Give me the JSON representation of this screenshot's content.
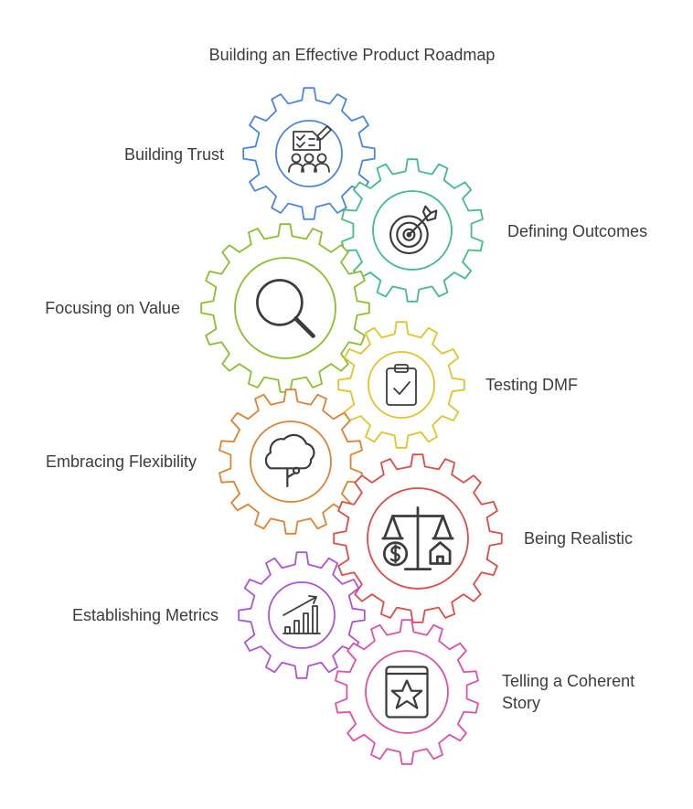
{
  "title": "Building an Effective Product Roadmap",
  "gears": [
    {
      "label": "Building Trust",
      "color": "#4a86e0",
      "icon": "checklist-team-icon"
    },
    {
      "label": "Defining Outcomes",
      "color": "#3fbf86",
      "icon": "target-arrow-icon"
    },
    {
      "label": "Focusing on Value",
      "color": "#8cbf2c",
      "icon": "magnifier-icon"
    },
    {
      "label": "Testing DMF",
      "color": "#e2c427",
      "icon": "clipboard-check-icon"
    },
    {
      "label": "Embracing Flexibility",
      "color": "#e0822f",
      "icon": "cloud-idea-icon"
    },
    {
      "label": "Being Realistic",
      "color": "#e04a4a",
      "icon": "balance-scale-icon"
    },
    {
      "label": "Establishing Metrics",
      "color": "#b052d6",
      "icon": "growth-chart-icon"
    },
    {
      "label": "Telling a Coherent\nStory",
      "color": "#e04fa8",
      "icon": "star-book-icon"
    }
  ]
}
